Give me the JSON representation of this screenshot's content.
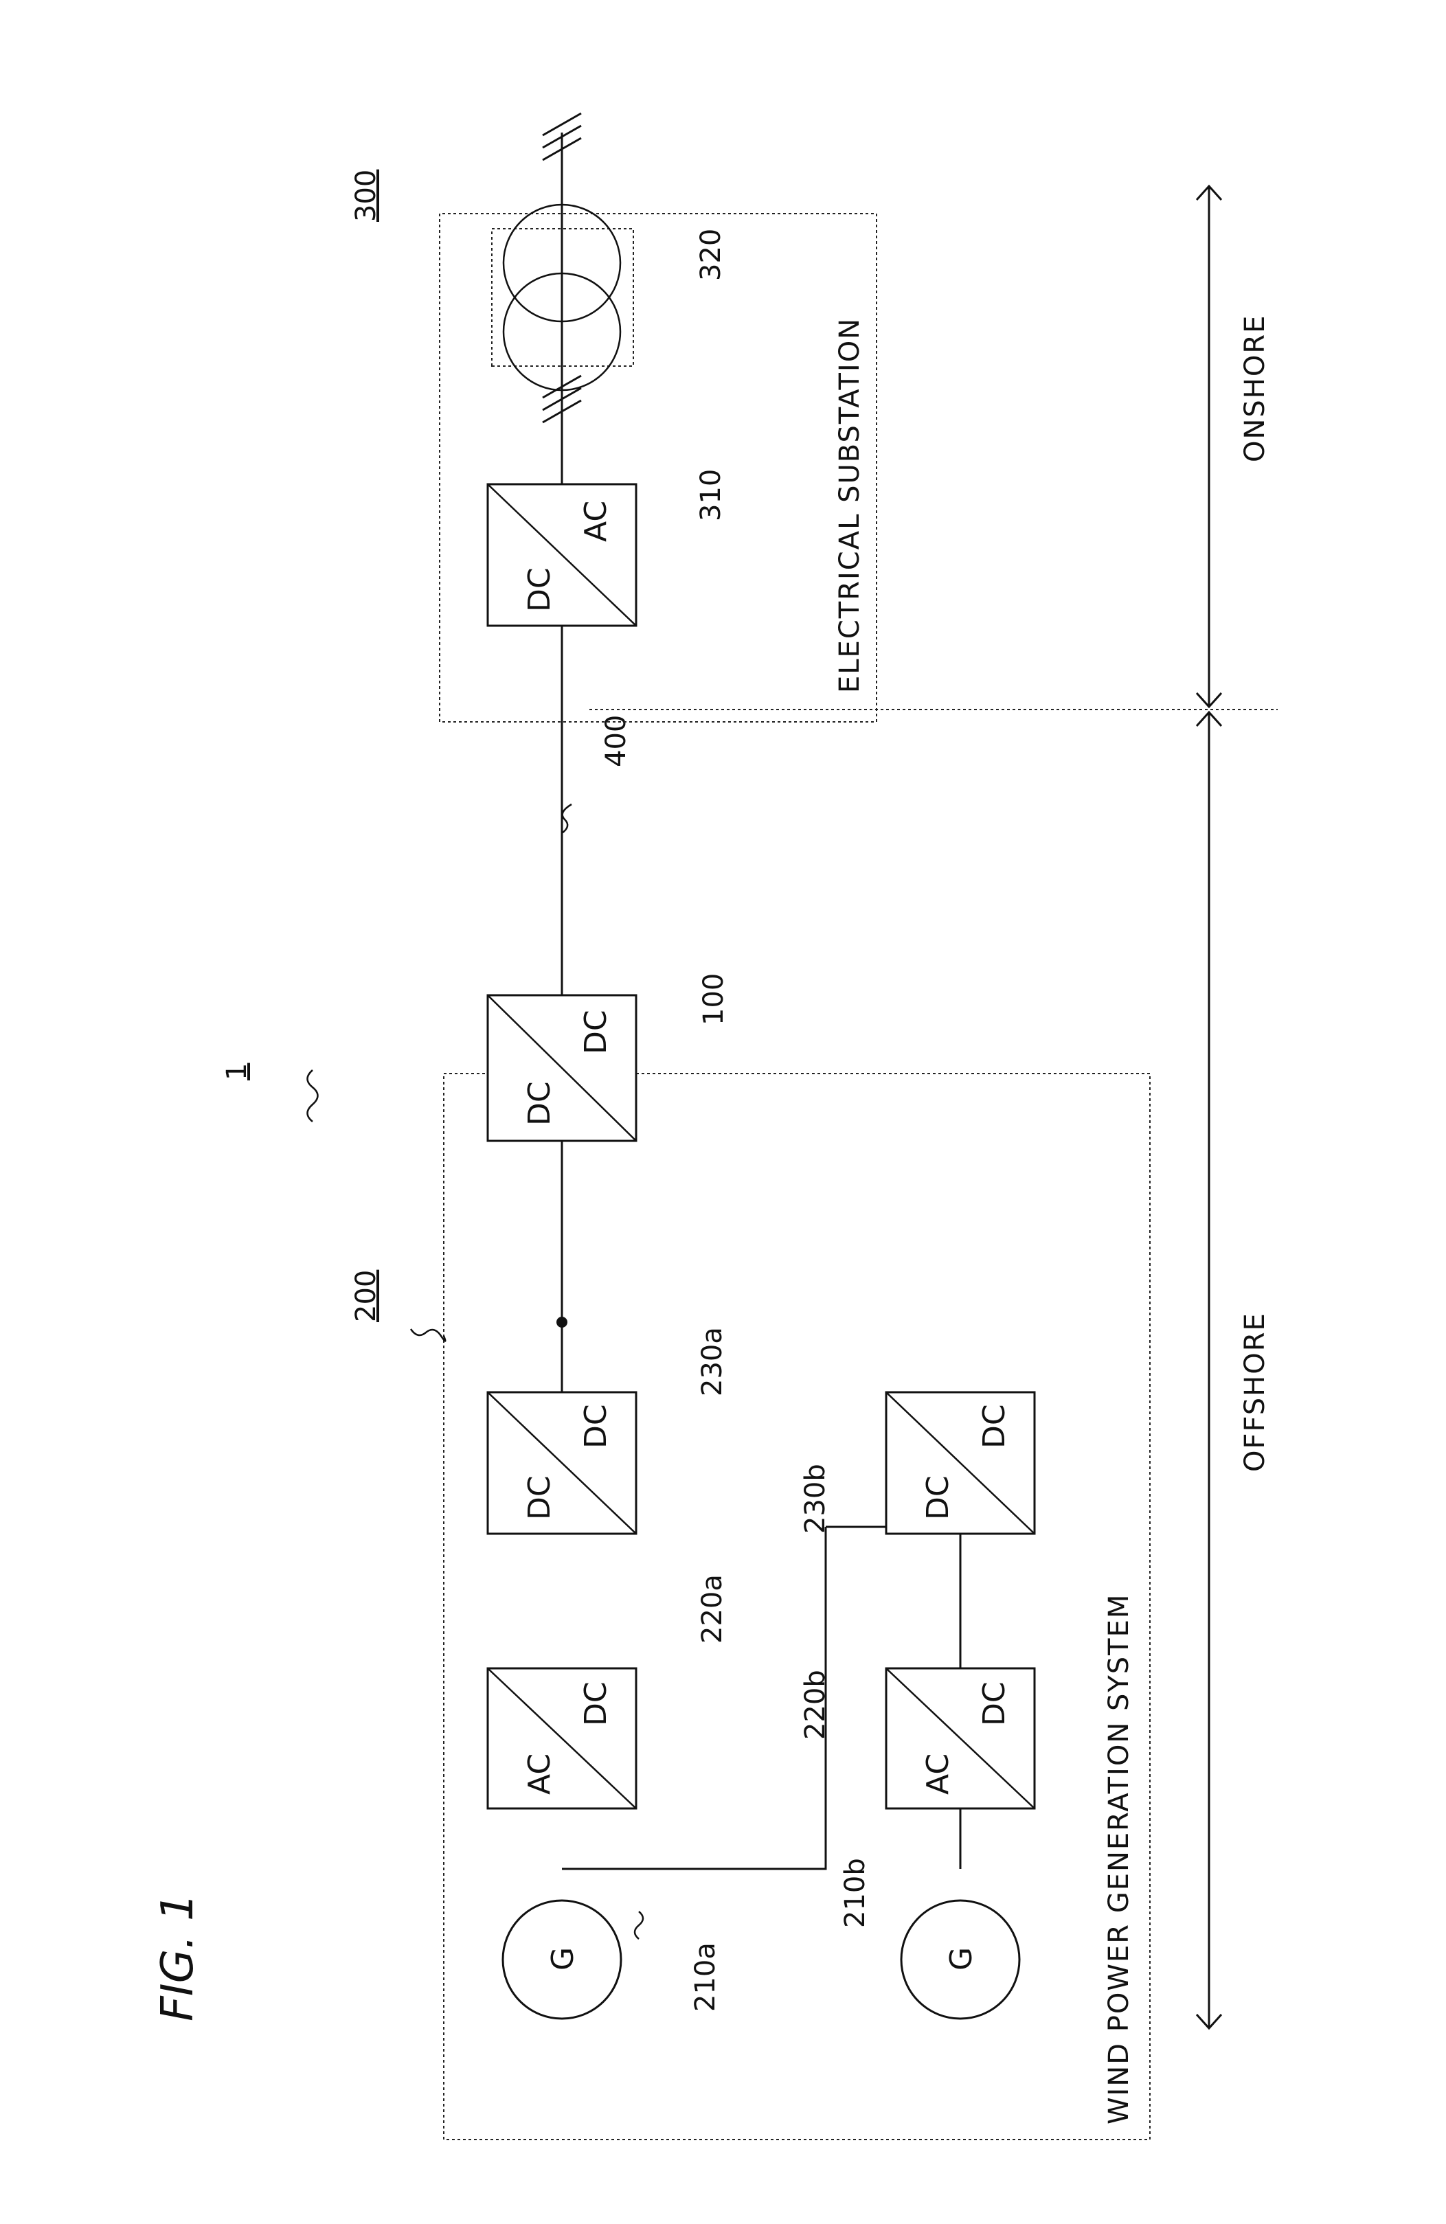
{
  "figure_label": "FIG. 1",
  "system_ref": "1",
  "wind_system": {
    "ref": "200",
    "title": "WIND POWER GENERATION SYSTEM",
    "generator_a": {
      "ref": "210a",
      "symbol": "G"
    },
    "generator_b": {
      "ref": "210b",
      "symbol": "G"
    },
    "rectifier_a": {
      "ref": "220a",
      "in": "AC",
      "out": "DC"
    },
    "rectifier_b": {
      "ref": "220b",
      "in": "AC",
      "out": "DC"
    },
    "dcdc_a": {
      "ref": "230a",
      "in": "DC",
      "out": "DC"
    },
    "dcdc_b": {
      "ref": "230b",
      "in": "DC",
      "out": "DC"
    }
  },
  "main_converter": {
    "ref": "100",
    "in": "DC",
    "out": "DC"
  },
  "cable": {
    "ref": "400"
  },
  "substation": {
    "ref": "300",
    "title": "ELECTRICAL SUBSTATION",
    "inverter": {
      "ref": "310",
      "in": "DC",
      "out": "AC"
    },
    "transformer": {
      "ref": "320"
    }
  },
  "regions": {
    "offshore": "OFFSHORE",
    "onshore": "ONSHORE"
  }
}
